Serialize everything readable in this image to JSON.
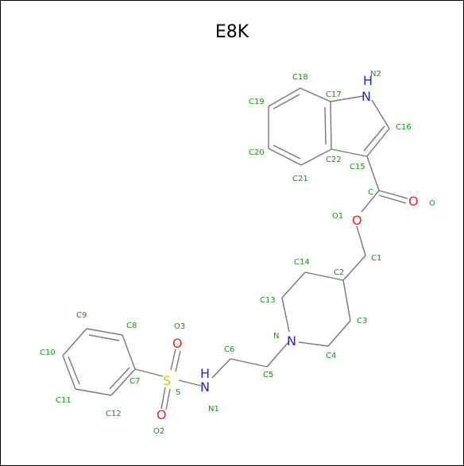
{
  "title": "E8K",
  "colors": {
    "bond": "#777777",
    "carbon_label": "#1a8f1a",
    "nitrogen": "#2222dd",
    "oxygen": "#ee2222",
    "sulfur": "#cccc00"
  },
  "atoms": {
    "N2": {
      "text": "N2",
      "element": "H\nN"
    },
    "C18": {
      "text": "C18"
    },
    "C17": {
      "text": "C17"
    },
    "C19": {
      "text": "C19"
    },
    "C16": {
      "text": "C16"
    },
    "C20": {
      "text": "C20"
    },
    "C22": {
      "text": "C22"
    },
    "C15": {
      "text": "C15"
    },
    "C21": {
      "text": "C21"
    },
    "C": {
      "text": "C"
    },
    "O": {
      "text": "O"
    },
    "O1": {
      "text": "O1"
    },
    "C1": {
      "text": "C1"
    },
    "C14": {
      "text": "C14"
    },
    "C2": {
      "text": "C2"
    },
    "C13": {
      "text": "C13"
    },
    "C3": {
      "text": "C3"
    },
    "N": {
      "text": "N"
    },
    "C4": {
      "text": "C4"
    },
    "C9": {
      "text": "C9"
    },
    "C8": {
      "text": "C8"
    },
    "O3": {
      "text": "O3"
    },
    "C6": {
      "text": "C6"
    },
    "C10": {
      "text": "C10"
    },
    "C7": {
      "text": "C7"
    },
    "S": {
      "text": "S"
    },
    "C5": {
      "text": "C5"
    },
    "C11": {
      "text": "C11"
    },
    "C12": {
      "text": "C12"
    },
    "N1": {
      "text": "N1"
    },
    "O2": {
      "text": "O2"
    }
  }
}
